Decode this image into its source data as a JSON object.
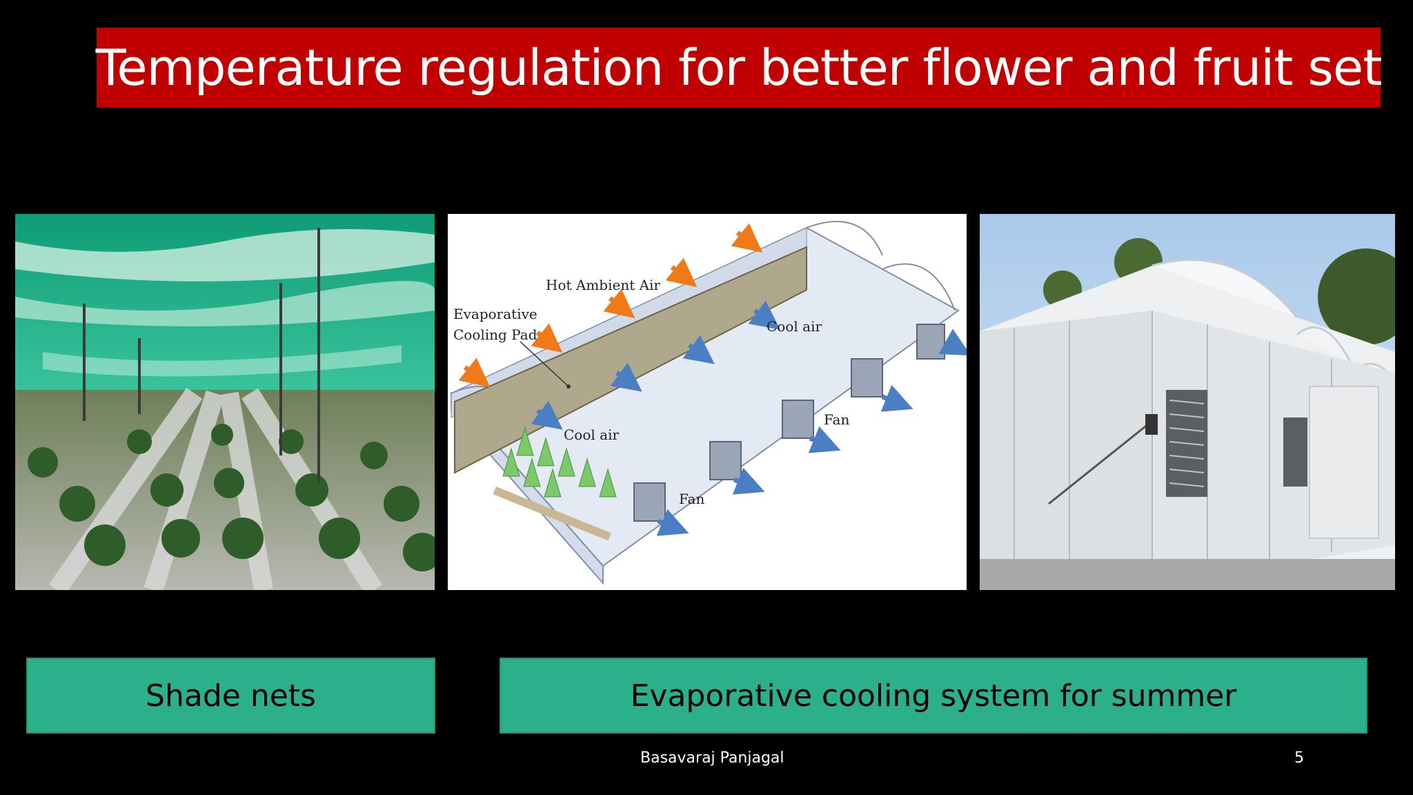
{
  "slide": {
    "title": "Temperature regulation for better flower and fruit set",
    "title_bg": "#c00000"
  },
  "diagram": {
    "hot_air_label": "Hot Ambient Air",
    "pad_label_line1": "Evaporative",
    "pad_label_line2": "Cooling Pad",
    "cool_air_label": "Cool air",
    "fan_label": "Fan"
  },
  "captions": {
    "left": "Shade nets",
    "right": "Evaporative cooling system for summer",
    "bg_color": "#2bb08b"
  },
  "footer": {
    "author": "Basavaraj Panjagal",
    "page_number": "5"
  }
}
